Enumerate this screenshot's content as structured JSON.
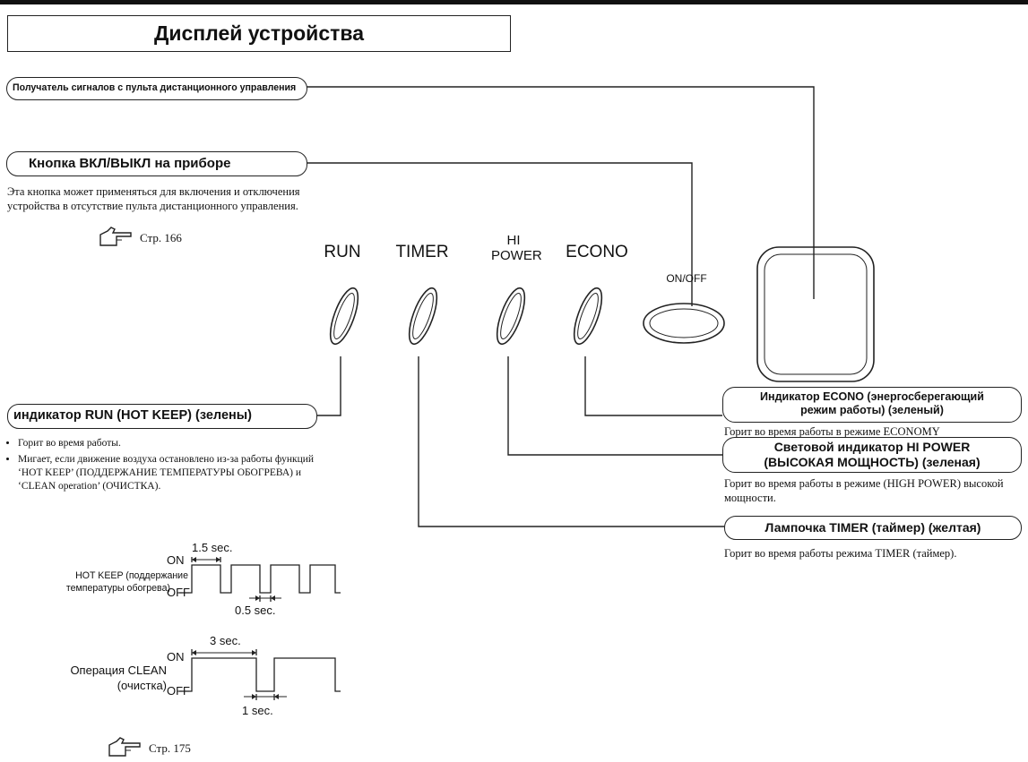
{
  "page": {
    "title": "Дисплей устройства"
  },
  "remote_receiver": {
    "label": "Получатель сигналов с пульта дистанционного управления"
  },
  "onoff_button": {
    "label": "Кнопка ВКЛ/ВЫКЛ на приборе",
    "description": "Эта кнопка может применяться для включения и отключения устройства в отсутствие пульта дистанционного управления.",
    "page_ref": "Стр. 166"
  },
  "panel": {
    "run_label": "RUN",
    "timer_label": "TIMER",
    "hipower_label_1": "HI",
    "hipower_label_2": "POWER",
    "econo_label": "ECONO",
    "onoff_label": "ON/OFF"
  },
  "run_indicator": {
    "label": "индикатор RUN (HOT KEEP) (зелены)",
    "bullet_1": "Горит во время работы.",
    "bullet_2": "Мигает, если движение воздуха остановлено из-за работы функций ‘HOT KEEP’ (ПОДДЕРЖАНИЕ ТЕМПЕРАТУРЫ ОБОГРЕВА) и ‘CLEAN operation’ (ОЧИСТКА)."
  },
  "econo_indicator": {
    "label_1": "Индикатор ECONO (энергосберегающий",
    "label_2": "режим работы) (зеленый)",
    "description": "Горит во время работы в режиме ECONOMY (энергосбережение)."
  },
  "hipower_indicator": {
    "label_1": "Световой индикатор HI POWER",
    "label_2": "(ВЫСОКАЯ МОЩНОСТЬ) (зеленая)",
    "description": "Горит во время работы в режиме (HIGH POWER) высокой мощности."
  },
  "timer_indicator": {
    "label": "Лампочка TIMER (таймер) (желтая)",
    "description": "Горит во время работы режима TIMER (таймер)."
  },
  "diagram_hotkeep": {
    "label_1": "HOT KEEP (поддержание",
    "label_2": "температуры обогрева)",
    "on": "ON",
    "off": "OFF",
    "on_time": "1.5 sec.",
    "off_time": "0.5 sec."
  },
  "diagram_clean": {
    "label_1": "Операция CLEAN",
    "label_2": "(очистка)",
    "on": "ON",
    "off": "OFF",
    "on_time": "3 sec.",
    "off_time": "1 sec."
  },
  "footer_ref": {
    "page_ref": "Стр. 175"
  },
  "icons": {
    "pointing_hand": "pointing-hand-icon"
  }
}
